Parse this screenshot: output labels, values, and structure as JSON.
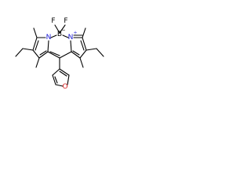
{
  "molecule": {
    "name_hint": "",
    "atoms": {
      "fluorine_left": {
        "symbol": "F",
        "color": "#000000"
      },
      "fluorine_right": {
        "symbol": "F",
        "color": "#000000"
      },
      "boron": {
        "symbol": "B",
        "charge": "−",
        "color": "#000000"
      },
      "nitrogen_left": {
        "symbol": "N",
        "color": "#1f1fd6"
      },
      "nitrogen_right": {
        "symbol": "N",
        "charge": "+",
        "color": "#1f1fd6"
      },
      "oxygen_furan": {
        "symbol": "O",
        "color": "#d61f1f"
      }
    }
  }
}
